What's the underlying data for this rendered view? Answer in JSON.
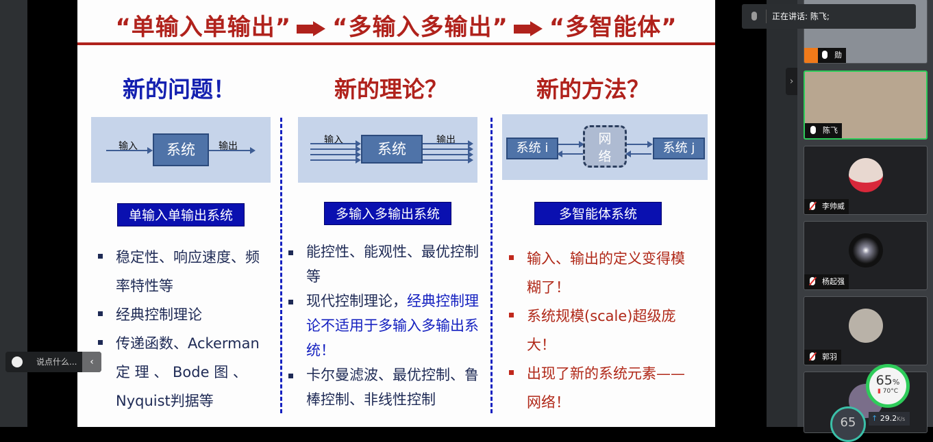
{
  "slide": {
    "title_parts": [
      "“单输入单输出”",
      "“多输入多输出”",
      "“多智能体”"
    ],
    "columns": [
      {
        "heading": "新的问题！",
        "diagram": {
          "in": "输入",
          "box": "系统",
          "out": "输出"
        },
        "system": "单输入单输出系统",
        "bullets": [
          "稳定性、响应速度、频率特性等",
          "经典控制理论",
          "传递函数、Ackerman 定 理 、 Bode 图 、Nyquist判据等"
        ]
      },
      {
        "heading": "新的理论？",
        "diagram": {
          "in": "输入",
          "box": "系统",
          "out": "输出"
        },
        "system": "多输入多输出系统",
        "bullets": [
          "能控性、能观性、最优控制等",
          "现代控制理论，",
          "卡尔曼滤波、最优控制、鲁棒控制、非线性控制"
        ],
        "bullet2_highlight": "经典控制理论不适用于多输入多输出系统！"
      },
      {
        "heading": "新的方法？",
        "diagram": {
          "left": "系统 i",
          "mid1": "网",
          "mid2": "络",
          "right": "系统 j"
        },
        "system": "多智能体系统",
        "bullets": [
          "输入、输出的定义变得模糊了！",
          "系统规模(scale)超级庞大！",
          "出现了新的系统元素——网络！"
        ]
      }
    ]
  },
  "meeting": {
    "speaking": "正在讲话: 陈飞;",
    "participants": [
      {
        "name": "勋"
      },
      {
        "name": "陈飞"
      },
      {
        "name": "李帅威"
      },
      {
        "name": "杨起强"
      },
      {
        "name": "郭羽"
      }
    ],
    "chat_placeholder": "说点什么..."
  },
  "monitor": {
    "cpu": "65",
    "unit": "%",
    "temp": "70°C",
    "speed": "29.2",
    "speed_unit": "K/s",
    "cpu2": "65"
  },
  "colors": {
    "accent_red": "#b0221c",
    "blue": "#1420c0",
    "active": "#2ecc5a"
  }
}
